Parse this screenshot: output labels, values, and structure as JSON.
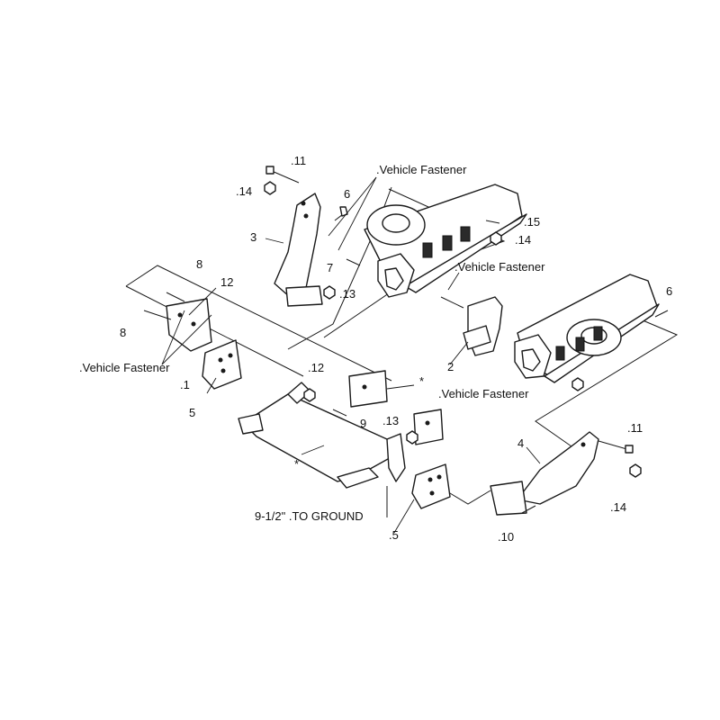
{
  "diagram": {
    "labels": {
      "item_11_top": ".11",
      "item_14_top": ".14",
      "item_6_top": "6",
      "vehicle_fastener_top": ".Vehicle Fastener",
      "item_3": "3",
      "item_15": ".15",
      "item_14_mid": ".14",
      "item_7": "7",
      "item_13_top": ".13",
      "vehicle_fastener_right": ".Vehicle Fastener",
      "item_6_right": "6",
      "item_8_top": "8",
      "item_12_left": "12",
      "item_8_left": "8",
      "vehicle_fastener_left": ".Vehicle Fastener",
      "item_1": ".1",
      "item_5_left": "5",
      "item_12_mid": ".12",
      "item_9": "9",
      "item_13_mid": ".13",
      "asterisk_right": "*",
      "asterisk_left": "*",
      "item_2": "2",
      "vehicle_fastener_lower": ".Vehicle Fastener",
      "item_4": "4",
      "item_11_right": ".11",
      "item_14_right": ".14",
      "ground_clearance": "9-1/2\" .TO GROUND",
      "item_5_bottom": ".5",
      "item_10": ".10"
    },
    "colors": {
      "line": "#1a1a1a",
      "background": "#ffffff"
    }
  }
}
